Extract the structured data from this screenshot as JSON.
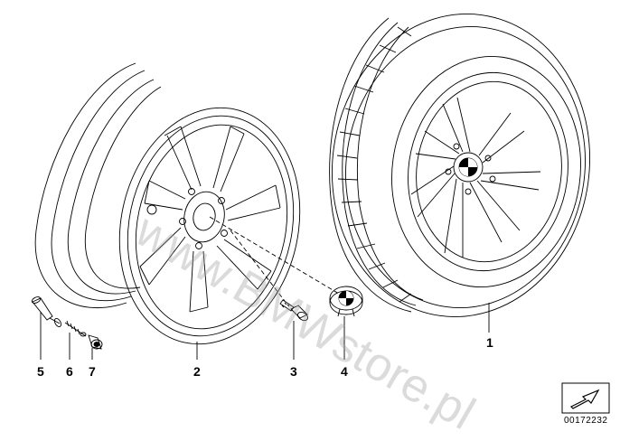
{
  "callouts": [
    {
      "id": "1",
      "label": "1"
    },
    {
      "id": "2",
      "label": "2"
    },
    {
      "id": "3",
      "label": "3"
    },
    {
      "id": "4",
      "label": "4"
    },
    {
      "id": "5",
      "label": "5"
    },
    {
      "id": "6",
      "label": "6"
    },
    {
      "id": "7",
      "label": "7"
    }
  ],
  "diagram_id": "00172232",
  "watermark": "www.BMWstore.pl",
  "colors": {
    "line": "#000000",
    "watermark": "#a0a0a0",
    "background": "#ffffff"
  },
  "icons": [
    "navigation-arrow-icon",
    "bmw-logo-icon"
  ]
}
